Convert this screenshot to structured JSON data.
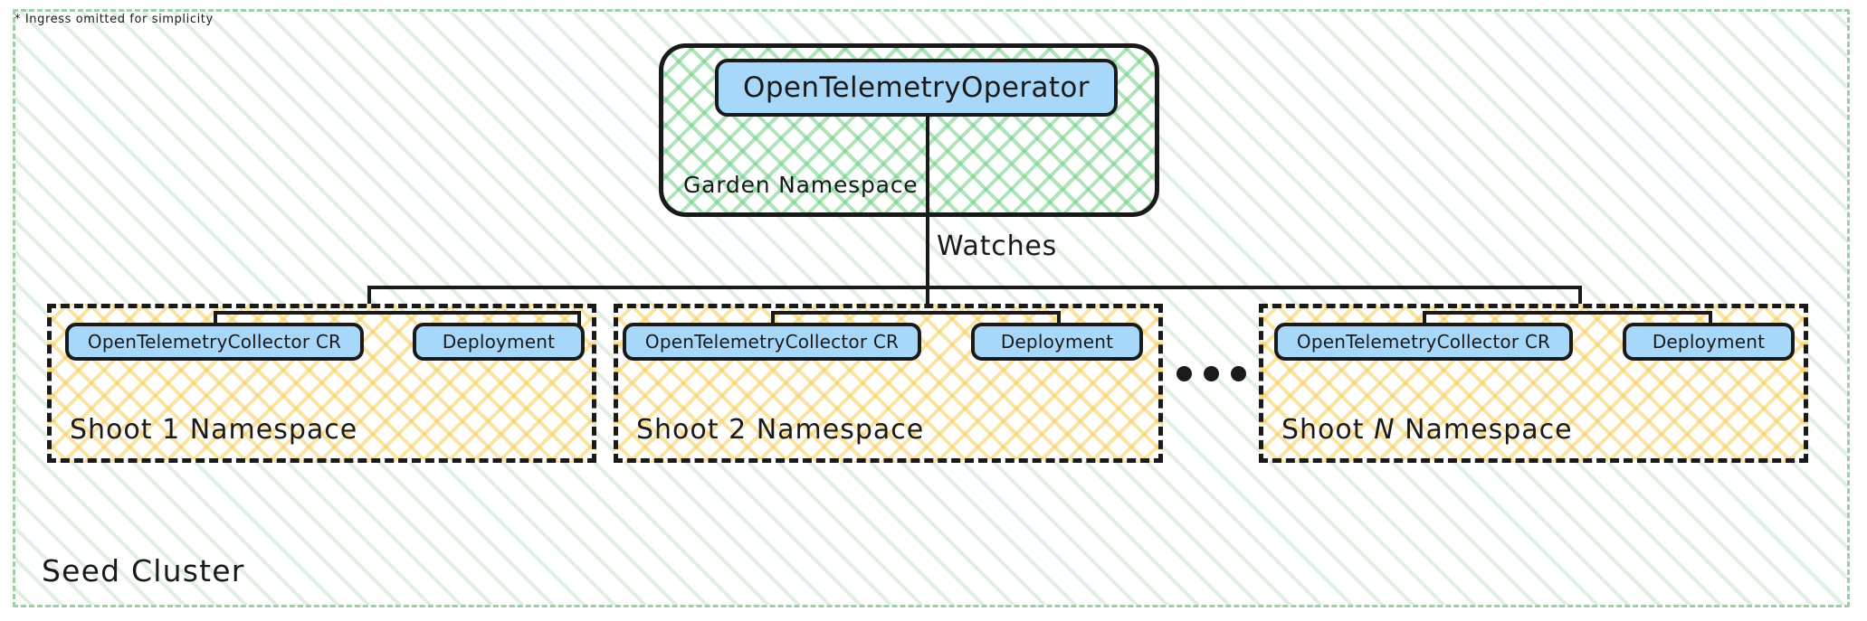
{
  "diagram": {
    "footnote": "* Ingress omitted for simplicity",
    "seed_cluster": {
      "label": "Seed Cluster",
      "border_color": "#9ccfa4",
      "hatch_color": "#96cda0"
    },
    "garden_namespace": {
      "label": "Garden Namespace",
      "border_color": "#1a1a1a",
      "hatch_color": "#6ecd82",
      "node": {
        "label": "OpenTelemetryOperator",
        "fill_color": "#a7d7f9",
        "border_color": "#1a1a1a"
      }
    },
    "edge": {
      "label": "Watches"
    },
    "ellipsis": "•••",
    "node_colors": {
      "fill": "#a7d7f9",
      "border": "#1a1a1a",
      "yellow_hatch": "#f5cd5a"
    },
    "shoot_namespaces": [
      {
        "label": "Shoot 1 Namespace",
        "label_prefix": "Shoot 1 Namespace",
        "children": [
          {
            "label": "OpenTelemetryCollector CR"
          },
          {
            "label": "Deployment"
          }
        ]
      },
      {
        "label": "Shoot 2 Namespace",
        "label_prefix": "Shoot 2 Namespace",
        "children": [
          {
            "label": "OpenTelemetryCollector CR"
          },
          {
            "label": "Deployment"
          }
        ]
      },
      {
        "label": "Shoot N Namespace",
        "label_prefix_a": "Shoot ",
        "label_var": "N",
        "label_prefix_b": " Namespace",
        "children": [
          {
            "label": "OpenTelemetryCollector CR"
          },
          {
            "label": "Deployment"
          }
        ]
      }
    ]
  }
}
